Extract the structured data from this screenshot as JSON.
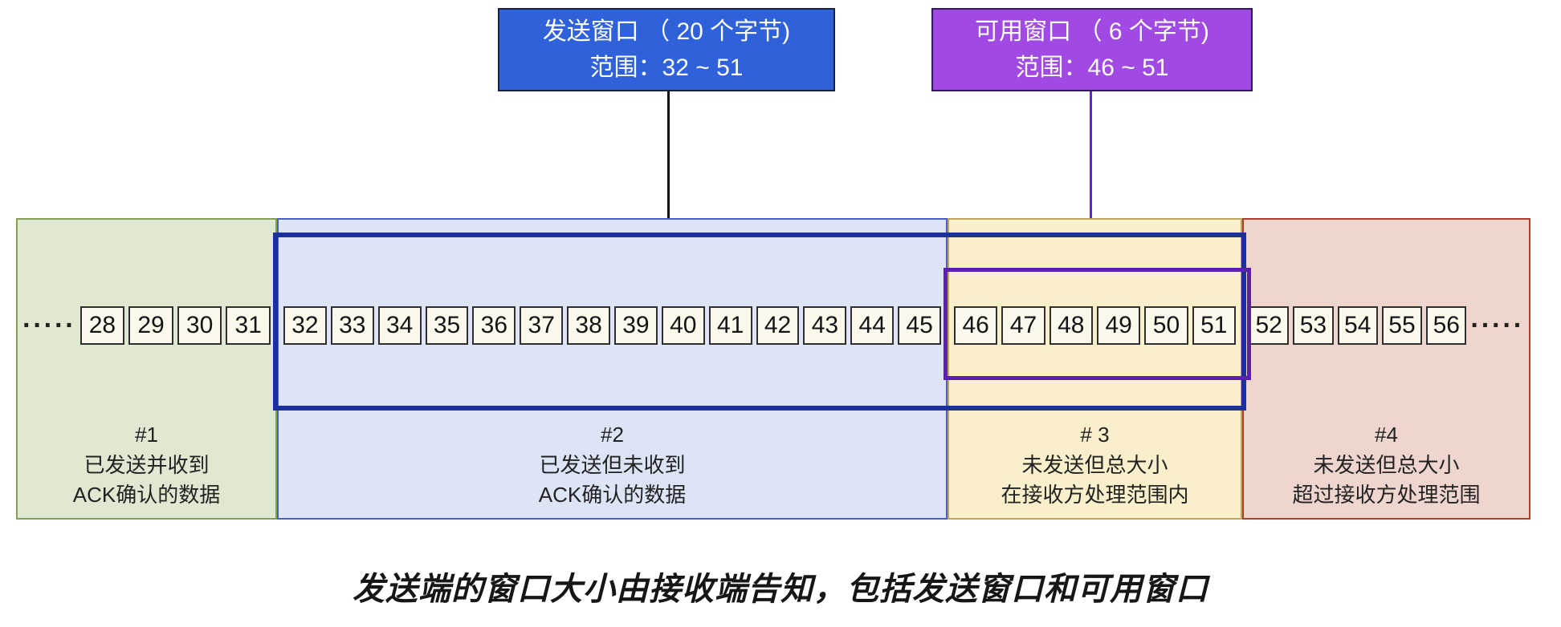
{
  "send_window_callout": {
    "line1": "发送窗口 （ 20 个字节)",
    "line2": "范围：32 ~ 51",
    "bg_color": "#2e61da",
    "text_color": "#ffffff"
  },
  "available_window_callout": {
    "line1": "可用窗口 （ 6 个字节)",
    "line2": "范围：46 ~ 51",
    "bg_color": "#a149e3",
    "text_color": "#ffffff"
  },
  "ellipsis_left": "·····",
  "ellipsis_right": "·····",
  "regions": [
    {
      "id": "#1",
      "label_line1": "#1",
      "label_line2": "已发送并收到",
      "label_line3": "ACK确认的数据",
      "cells": [
        "28",
        "29",
        "30",
        "31"
      ],
      "bg_color": "#dfe8d0",
      "border_color": "#85a055"
    },
    {
      "id": "#2",
      "label_line1": "#2",
      "label_line2": "已发送但未收到",
      "label_line3": "ACK确认的数据",
      "cells": [
        "32",
        "33",
        "34",
        "35",
        "36",
        "37",
        "38",
        "39",
        "40",
        "41",
        "42",
        "43",
        "44",
        "45"
      ],
      "bg_color": "#dce4f5",
      "border_color": "#4a5fc0"
    },
    {
      "id": "#3",
      "label_line1": "# 3",
      "label_line2": "未发送但总大小",
      "label_line3": "在接收方处理范围内",
      "cells": [
        "46",
        "47",
        "48",
        "49",
        "50",
        "51"
      ],
      "bg_color": "#f9efcb",
      "border_color": "#c3a45b"
    },
    {
      "id": "#4",
      "label_line1": "#4",
      "label_line2": "未发送但总大小",
      "label_line3": "超过接收方处理范围",
      "cells": [
        "52",
        "53",
        "54",
        "55",
        "56"
      ],
      "bg_color": "#eed6ce",
      "border_color": "#a8422e"
    }
  ],
  "send_window_rect_color": "#1b2f9e",
  "available_window_rect_color": "#5a1fb0",
  "cell_bg_color": "#fcf8ec",
  "cell_border_color": "#2f2f2f",
  "caption": "发送端的窗口大小由接收端告知，包括发送窗口和可用窗口"
}
